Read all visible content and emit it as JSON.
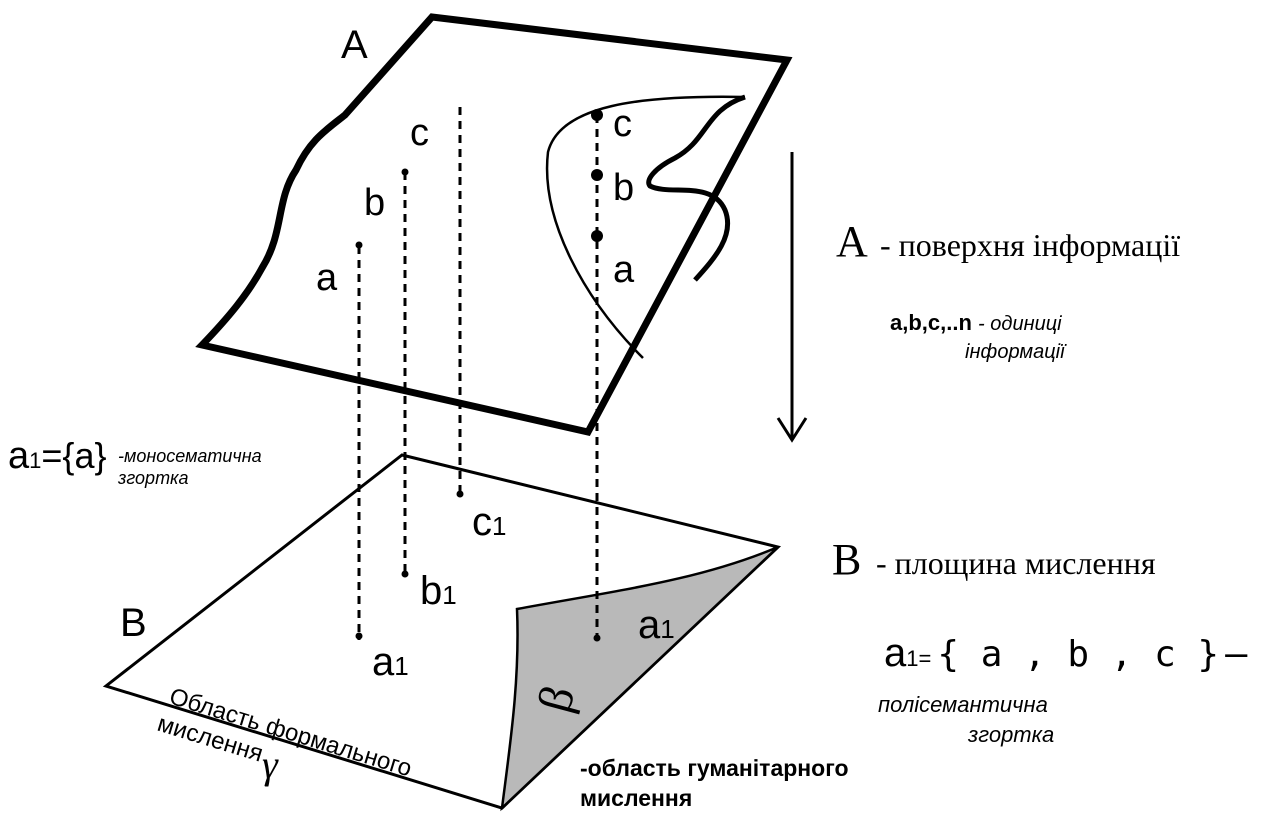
{
  "surface_a": {
    "corner_label": "A",
    "left_points": [
      "a",
      "b",
      "c"
    ],
    "fold_points": [
      "c",
      "b",
      "a"
    ]
  },
  "plane_b": {
    "corner_label": "B",
    "projections": [
      "a",
      "b",
      "c"
    ],
    "projection_subscript": "1",
    "fold_point": "a",
    "fold_subscript": "1",
    "beta_symbol": "β",
    "gamma_symbol": "γ",
    "formal_area_line1": "Область формального",
    "formal_area_line2": "мислення"
  },
  "legend": {
    "a_title_letter": "A",
    "a_title_text": "- поверхня інформації",
    "units_bold": "a,b,c,..n",
    "units_line1": "- одиниці",
    "units_line2": "інформації",
    "b_title_letter": "B",
    "b_title_text": "- площина мислення",
    "poly_a": "a",
    "poly_sub": "1=",
    "poly_set": "{ a , b , c }",
    "poly_dash": "–",
    "poly_line1": "полісемантична",
    "poly_line2": "згортка",
    "mono_a": "a",
    "mono_sub": "1",
    "mono_set": "={a}",
    "mono_line1": "-моносематична",
    "mono_line2": "згортка",
    "humanitarian_line1": "-область гуманітарного",
    "humanitarian_line2": "мислення"
  }
}
